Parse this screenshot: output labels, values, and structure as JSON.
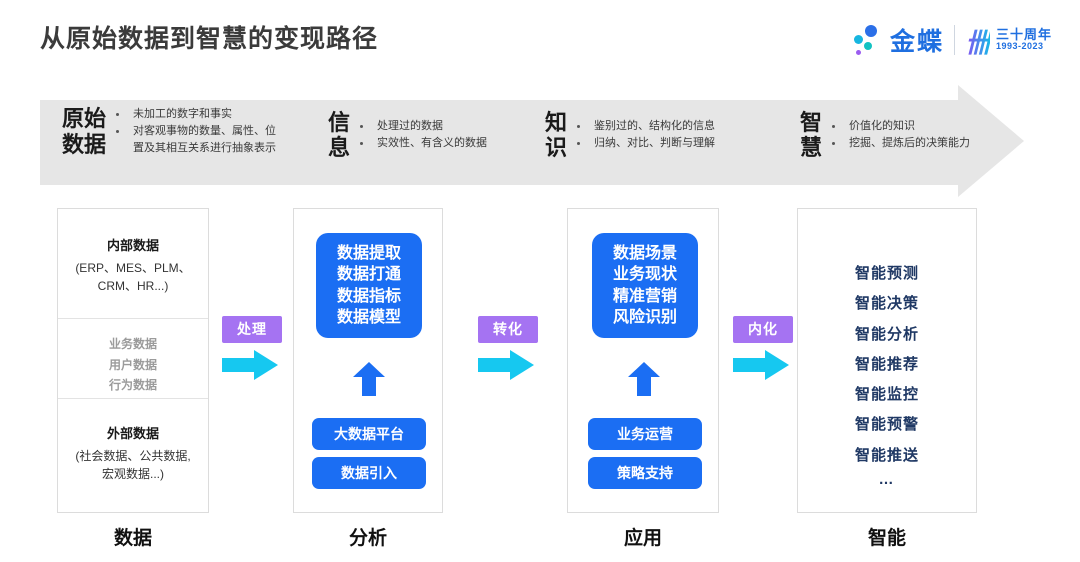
{
  "header": {
    "title": "从原始数据到智慧的变现路径",
    "logo": {
      "name": "金蝶",
      "anniversary": "三十周年",
      "years": "1993-2023",
      "mark": "卌"
    }
  },
  "band": {
    "stages": [
      {
        "name_line1": "原始",
        "name_line2": "数据",
        "bullets": [
          "未加工的数字和事实",
          "对客观事物的数量、属性、位",
          "置及其相互关系进行抽象表示"
        ],
        "bullet_count": 2
      },
      {
        "name_line1": "信",
        "name_line2": "息",
        "bullets": [
          "处理过的数据",
          "实效性、有含义的数据"
        ],
        "bullet_count": 2
      },
      {
        "name_line1": "知",
        "name_line2": "识",
        "bullets": [
          "鉴别过的、结构化的信息",
          "归纳、对比、判断与理解"
        ],
        "bullet_count": 2
      },
      {
        "name_line1": "智",
        "name_line2": "慧",
        "bullets": [
          "价值化的知识",
          "挖掘、提炼后的决策能力"
        ],
        "bullet_count": 2
      }
    ]
  },
  "columns": {
    "data": {
      "footer": "数据",
      "internal_title": "内部数据",
      "internal_sub_line1": "(ERP、MES、PLM、",
      "internal_sub_line2": "CRM、HR...)",
      "middle_items": [
        "业务数据",
        "用户数据",
        "行为数据"
      ],
      "external_title": "外部数据",
      "external_sub_line1": "(社会数据、公共数据,",
      "external_sub_line2": "宏观数据...)"
    },
    "analysis": {
      "footer": "分析",
      "main_box": [
        "数据提取",
        "数据打通",
        "数据指标",
        "数据模型"
      ],
      "pills": [
        "大数据平台",
        "数据引入"
      ]
    },
    "application": {
      "footer": "应用",
      "main_box": [
        "数据场景",
        "业务现状",
        "精准营销",
        "风险识别"
      ],
      "pills": [
        "业务运营",
        "策略支持"
      ]
    },
    "intelligence": {
      "footer": "智能",
      "items": [
        "智能预测",
        "智能决策",
        "智能分析",
        "智能推荐",
        "智能监控",
        "智能预警",
        "智能推送"
      ],
      "ellipsis": "…"
    }
  },
  "connectors": [
    {
      "label": "处理"
    },
    {
      "label": "转化"
    },
    {
      "label": "内化"
    }
  ],
  "colors": {
    "accent_blue": "#1b6ef3",
    "cyan_arrow": "#16c8f0",
    "purple_label": "#a573f2",
    "navy": "#1f3864",
    "band_grey": "#e6e6e6"
  }
}
